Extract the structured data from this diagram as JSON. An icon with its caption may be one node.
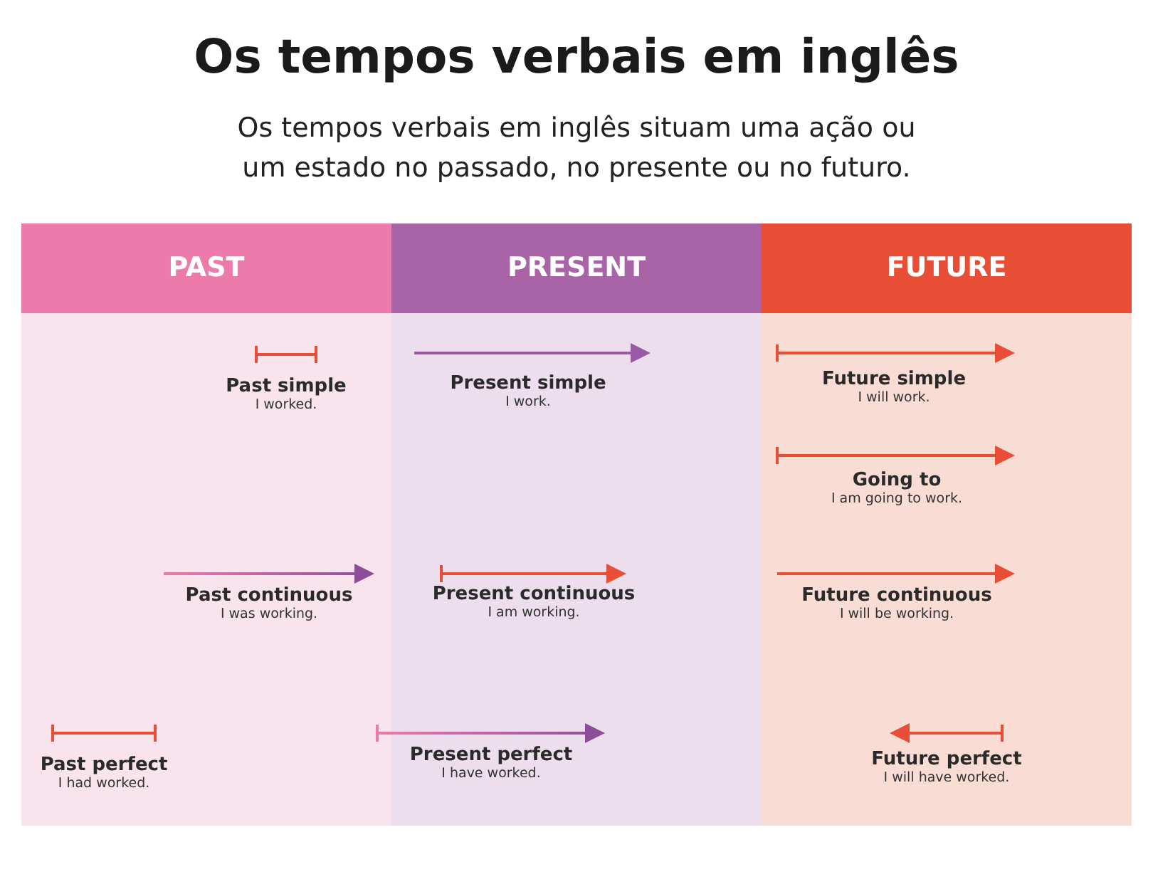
{
  "diagram": {
    "title": "Os tempos verbais em inglês",
    "nodes": [
      {
        "text": [
          "PAST"
        ]
      },
      {
        "text": [
          "PRESENT"
        ]
      },
      {
        "text": [
          "FUTURE"
        ]
      },
      {
        "text": [
          "Past simple",
          "I worked."
        ],
        "in": 0
      },
      {
        "text": [
          "Present simple",
          "I work."
        ],
        "in": 1
      },
      {
        "text": [
          "Future simple",
          "I will work."
        ],
        "in": 2
      },
      {
        "text": [
          "Going to",
          "I am going to work."
        ],
        "in": 2
      },
      {
        "text": [
          "Past continuous",
          "I was working."
        ],
        "in": 0
      },
      {
        "text": [
          "Present continuous",
          "I am working."
        ],
        "in": 1
      },
      {
        "text": [
          "Future continuous",
          "I will be working."
        ],
        "in": 2
      },
      {
        "text": [
          "Past perfect",
          "I had worked."
        ],
        "in": 0
      },
      {
        "text": [
          "Present perfect",
          "I have worked."
        ],
        "in": 1
      },
      {
        "text": [
          "Future perfect",
          "I will have worked."
        ],
        "in": 2
      }
    ],
    "labels": [
      "Os tempos verbais em inglês situam uma ação ou um estado no passado, no presente ou no futuro."
    ]
  }
}
